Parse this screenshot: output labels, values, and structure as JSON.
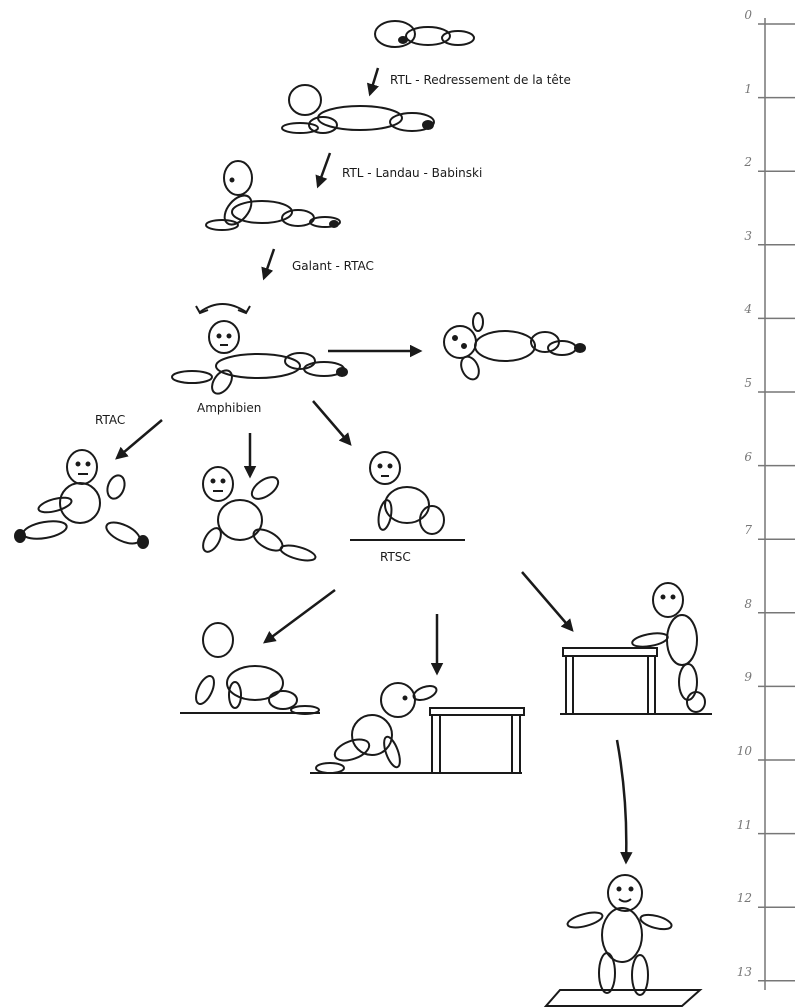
{
  "labels": {
    "stage1": "RTL - Redressement de la tête",
    "stage2": "RTL - Landau - Babinski",
    "stage3": "Galant - RTAC",
    "amphibien": "Amphibien",
    "rtac": "RTAC",
    "rtsc": "RTSC"
  },
  "scale": {
    "ticks": [
      "0",
      "1",
      "2",
      "3",
      "4",
      "5",
      "6",
      "7",
      "8",
      "9",
      "10",
      "11",
      "12",
      "13"
    ]
  },
  "colors": {
    "ink": "#1a1a1a",
    "scale_text": "#777777"
  }
}
